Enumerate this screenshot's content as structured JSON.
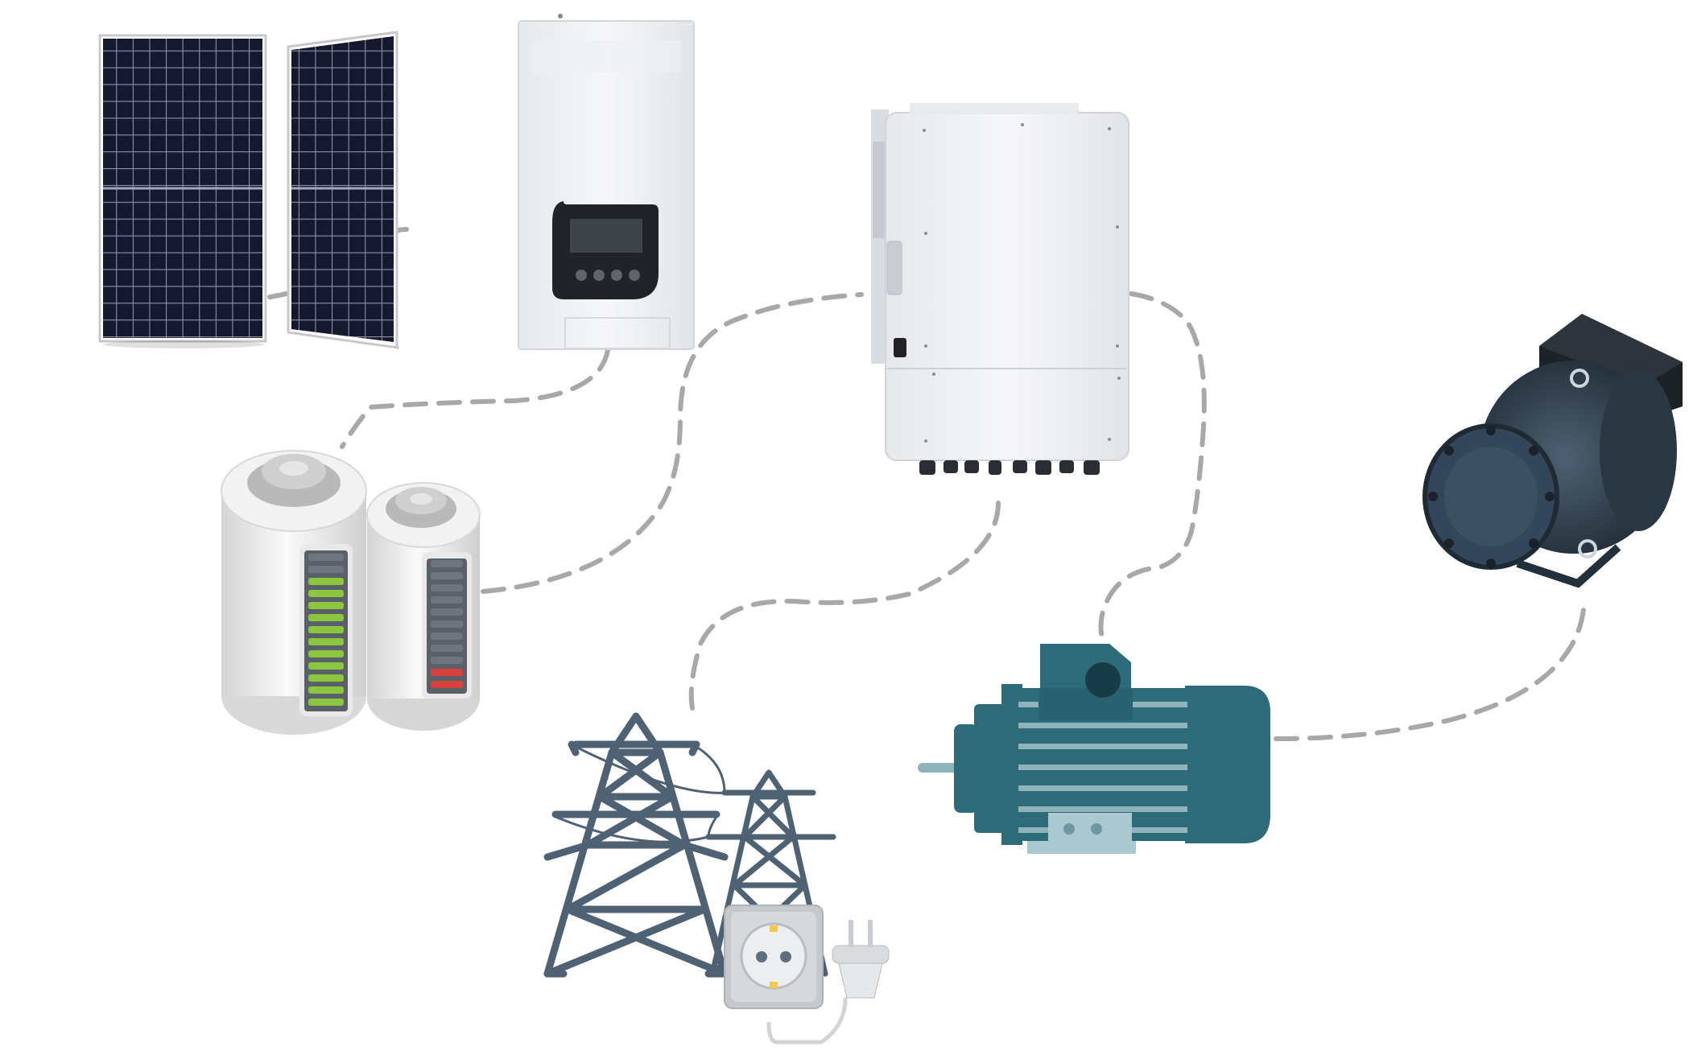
{
  "diagram": {
    "nodes": [
      {
        "id": "solar-panels",
        "icon": "solar-panel-icon"
      },
      {
        "id": "charge-controller",
        "icon": "charge-controller-icon"
      },
      {
        "id": "hybrid-inverter",
        "icon": "inverter-icon"
      },
      {
        "id": "batteries",
        "icon": "battery-icon"
      },
      {
        "id": "power-grid",
        "icon": "transmission-tower-icon"
      },
      {
        "id": "socket-plug",
        "icon": "power-socket-icon"
      },
      {
        "id": "electric-motor",
        "icon": "electric-motor-icon"
      },
      {
        "id": "compressor",
        "icon": "compressor-icon"
      }
    ],
    "connections": [
      {
        "from": "solar-panels",
        "to": "charge-controller"
      },
      {
        "from": "charge-controller",
        "to": "batteries"
      },
      {
        "from": "batteries",
        "to": "hybrid-inverter"
      },
      {
        "from": "hybrid-inverter",
        "to": "power-grid"
      },
      {
        "from": "hybrid-inverter",
        "to": "electric-motor"
      },
      {
        "from": "electric-motor",
        "to": "compressor"
      }
    ],
    "colors": {
      "connector": "#a8a8a8",
      "panel": "#16182e",
      "motor": "#2e6b78",
      "tower": "#4f6273",
      "battery_charge": "#8cc63f",
      "battery_low": "#d9413e",
      "compressor": "#2c3a48"
    },
    "battery_levels": {
      "large": 0.85,
      "small": 0.15
    }
  }
}
